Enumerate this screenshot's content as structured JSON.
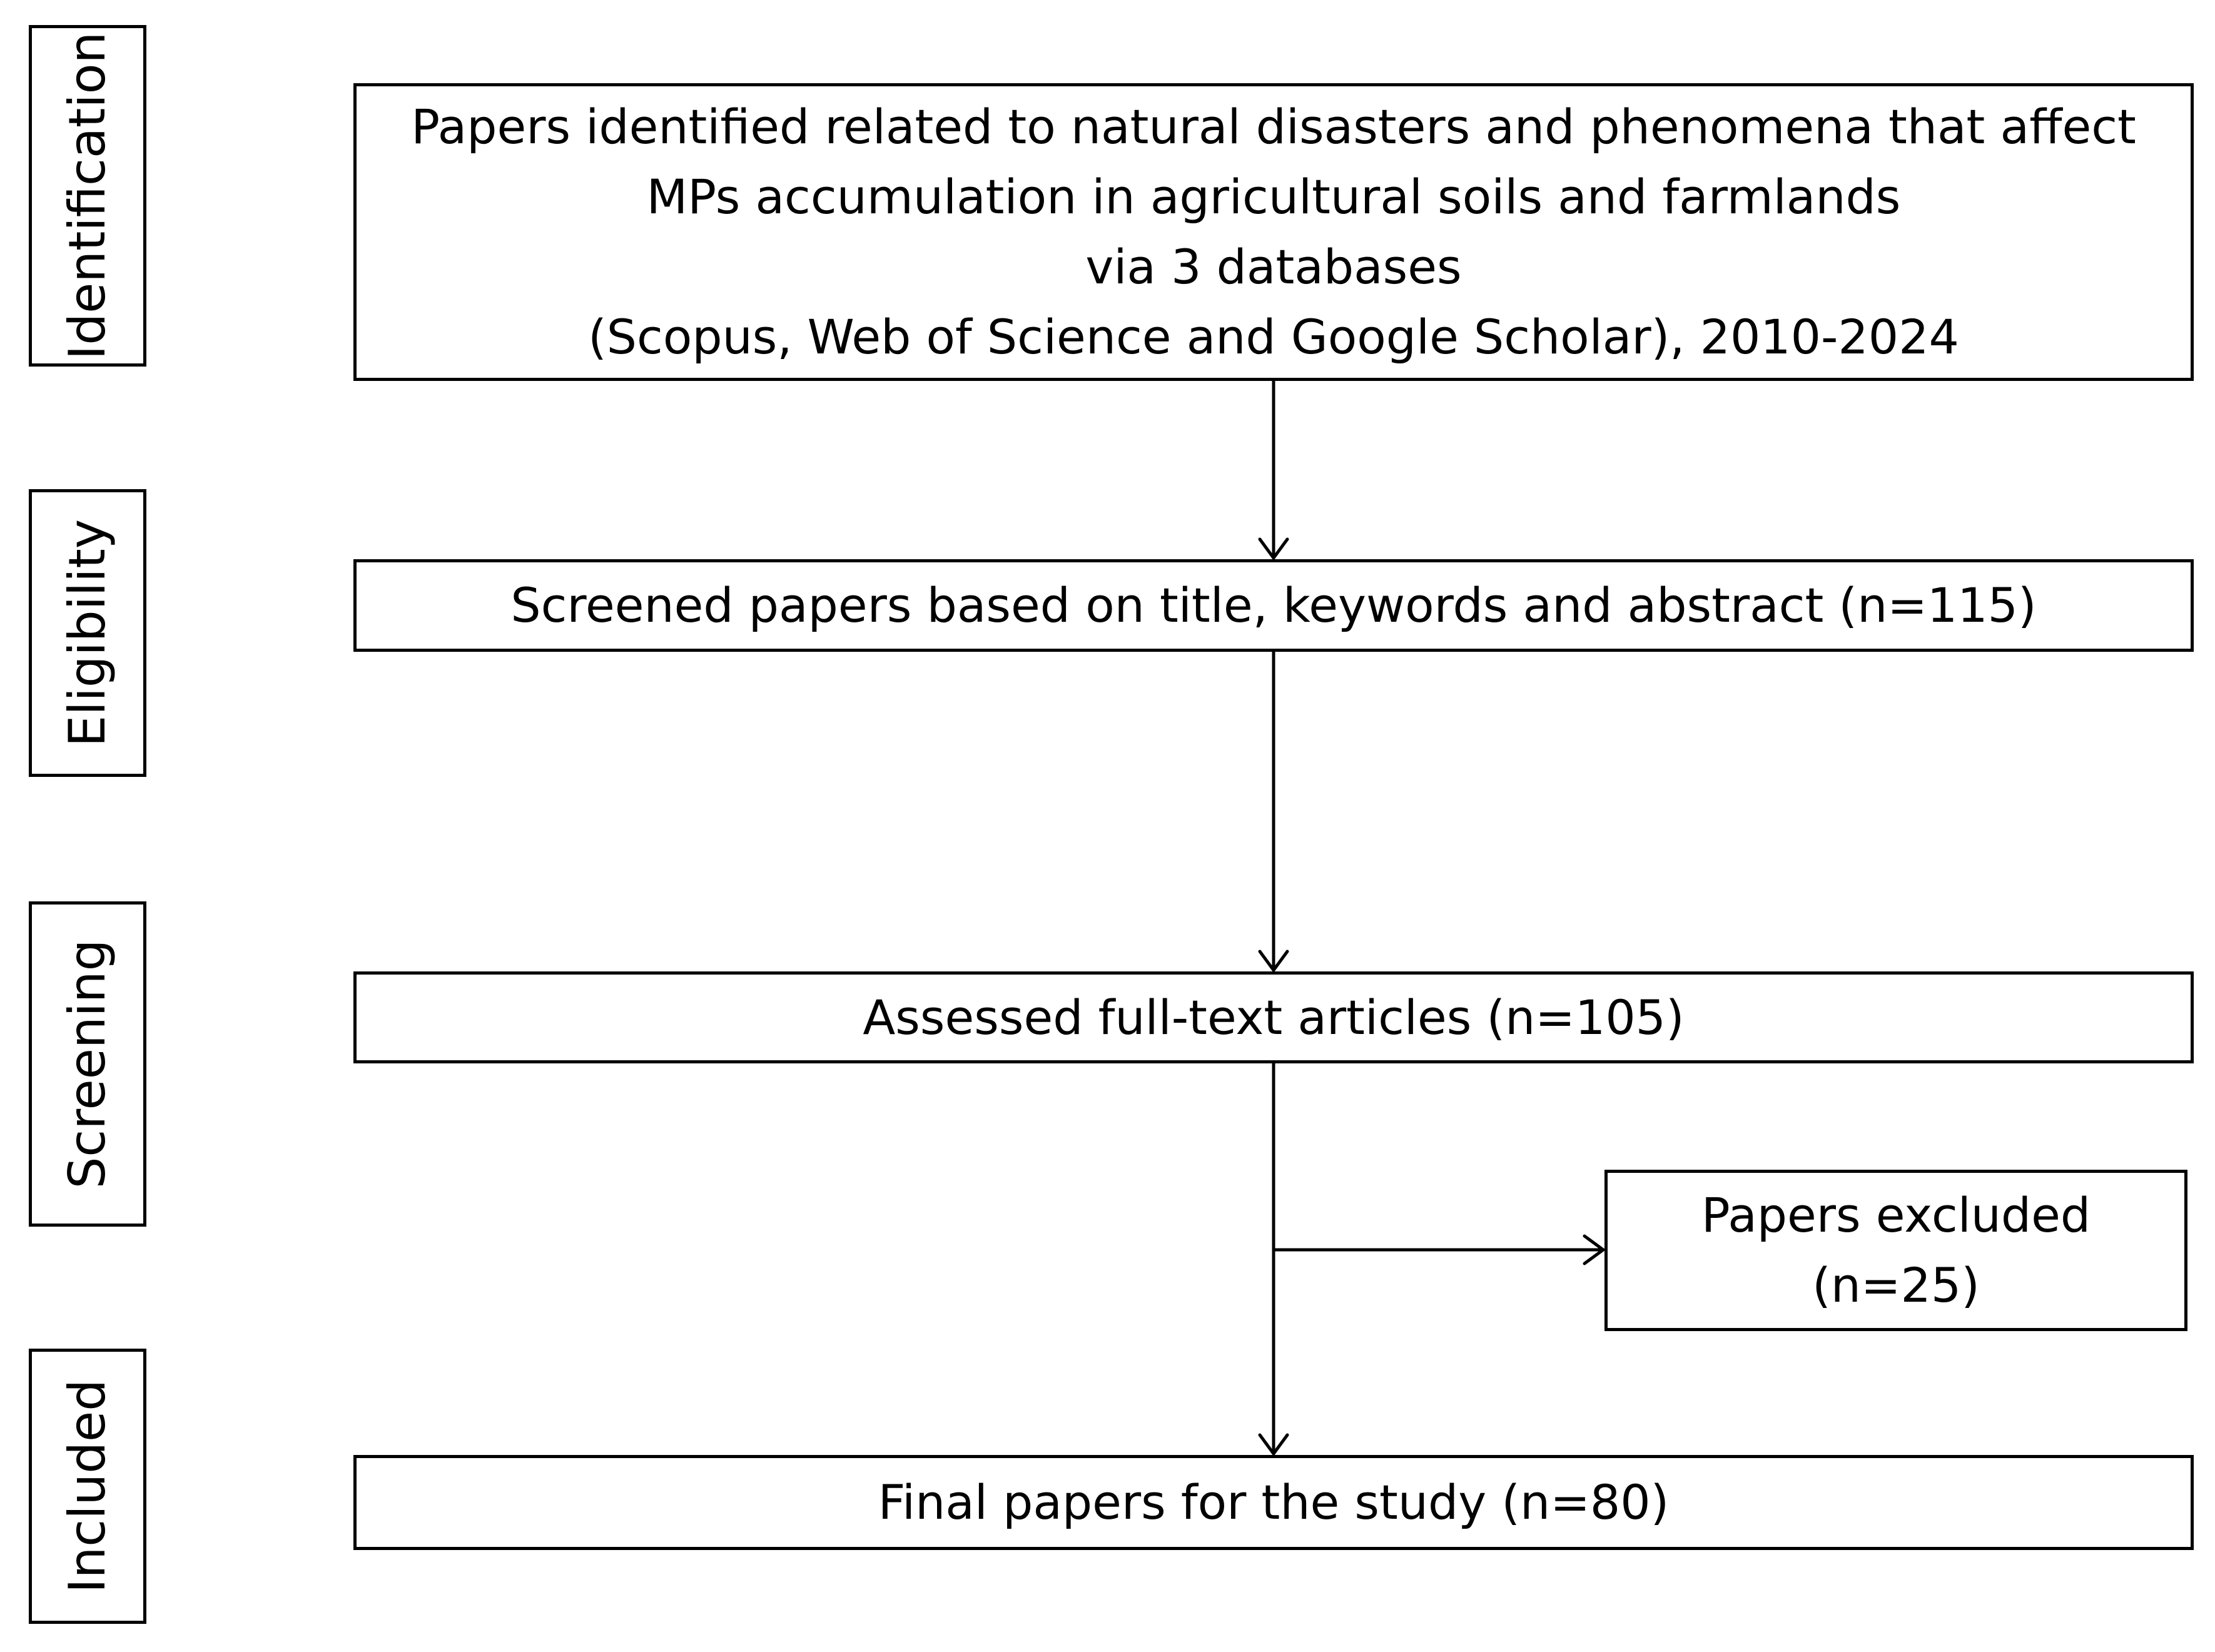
{
  "stages": {
    "identification": "Identification",
    "eligibility": "Eligibility",
    "screening": "Screening",
    "included": "Included"
  },
  "boxes": {
    "identified": {
      "lines": [
        "Papers identified related  to natural disasters and phenomena that affect",
        "MPs accumulation in agricultural soils and farmlands",
        "via 3 databases",
        "(Scopus, Web of Science and Google Scholar), 2010-2024"
      ]
    },
    "screened": "Screened papers based on title, keywords and abstract (n=115)",
    "assessed": "Assessed full-text articles (n=105)",
    "excluded": {
      "lines": [
        "Papers excluded",
        "(n=25)"
      ]
    },
    "final": "Final papers for the study (n=80)"
  },
  "colors": {
    "line": "#000000",
    "background": "#ffffff"
  }
}
